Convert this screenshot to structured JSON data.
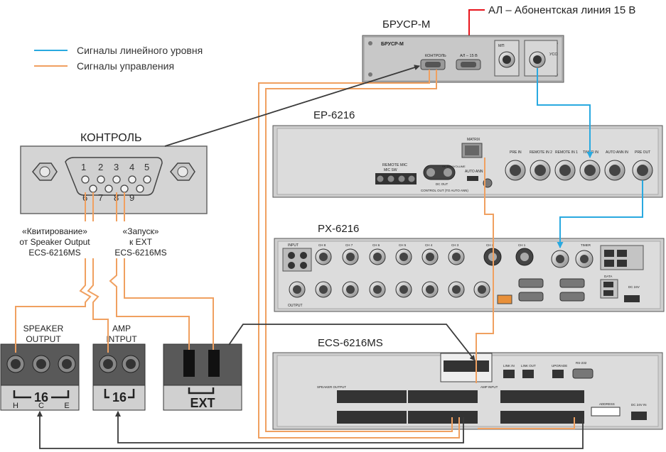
{
  "colors": {
    "line_level": "#29a9e0",
    "control": "#f0a060",
    "red": "#e8141c",
    "dark": "#3a3a3a",
    "panel": "#d9d9d9",
    "panel_dark": "#b9b9b9"
  },
  "legend": [
    {
      "label": "Сигналы линейного уровня",
      "color_key": "line_level"
    },
    {
      "label": "Сигналы управления",
      "color_key": "control"
    }
  ],
  "al_line_label": "АЛ – Абонентская линия 15 В",
  "brusr": {
    "title": "БРУСР-М",
    "panel_name": "БРУСР-М",
    "kontrol_label": "КОНТРОЛЬ",
    "al_label": "АЛ – 15 В",
    "mi_label": "МП",
    "uso_label": "УСО"
  },
  "connector": {
    "title": "КОНТРОЛЬ",
    "pins_top": [
      "1",
      "2",
      "3",
      "4",
      "5"
    ],
    "pins_bottom": [
      "6",
      "7",
      "8",
      "9"
    ],
    "kvit_note": [
      "«Квитирование»",
      "от Speaker Output",
      "ECS-6216MS"
    ],
    "start_note": [
      "«Запуск»",
      "к EXT",
      "ECS-6216MS"
    ]
  },
  "ep6216": {
    "title": "EP-6216",
    "remote_mic": "REMOTE  MIC",
    "mic_sw": "MIC        SW",
    "dc_out": "DC OUT",
    "control_out": "CONTROL OUT (TO AUTO ANN)",
    "matrix": "MATRIX",
    "auto_ann": "AUTO ANN",
    "sk_vol": "SK ENV/VOLUME",
    "jacks": [
      "PRE IN",
      "REMOTE IN 2",
      "REMOTE IN 1",
      "TIMER IN",
      "AUTO ANN IN",
      "PRE OUT"
    ]
  },
  "px6216": {
    "title": "PX-6216",
    "input": "INPUT",
    "output": "OUTPUT",
    "ch_top": [
      "CH 8",
      "CH 7",
      "CH 6",
      "CH 5",
      "CH 4",
      "CH 3",
      "CH 2",
      "CH 1"
    ],
    "timer": "TIMER",
    "data": "DATA",
    "dc": "DC 24V"
  },
  "ecs": {
    "title": "ECS-6216MS",
    "speaker_output": "SPEAKER OUTPUT",
    "amp_input": "AMP INPUT",
    "link_in": "LINK IN",
    "link_out": "LINK OUT",
    "upgrade": "UPGRADE",
    "rs232": "RS-232",
    "address": "ADDRESS",
    "dc": "DC 24V IN"
  },
  "terminals": {
    "speaker_label": [
      "SPEAKER",
      "OUTPUT"
    ],
    "speaker_num": "16",
    "speaker_pins": [
      "H",
      "C",
      "E"
    ],
    "amp_label": [
      "AMP",
      "INTPUT"
    ],
    "amp_num": "16",
    "ext_label": "EXT"
  }
}
